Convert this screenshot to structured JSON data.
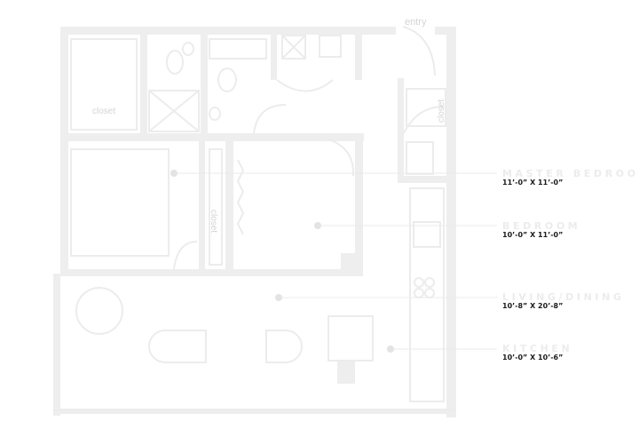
{
  "plan_labels": {
    "entry": "entry",
    "closet_left": "closet",
    "closet_right": "closet",
    "closet_mid": "closet"
  },
  "rooms": [
    {
      "name": "MASTER BEDROOM",
      "dimensions": "11’-0” X 11’-0”"
    },
    {
      "name": "BEDROOM",
      "dimensions": "10’-0” X 11’-0”"
    },
    {
      "name": "LIVING/DINING",
      "dimensions": "10’-8” X 20’-8”"
    },
    {
      "name": "KITCHEN",
      "dimensions": "10’-0” X 10’-6”"
    }
  ],
  "colors": {
    "wall": "#eeeeee",
    "fixture": "#ececec",
    "leader": "#ebebeb",
    "marker": "#e3e3e3",
    "room_name": "#ececec",
    "room_dimensions": "#1b1b1b"
  }
}
